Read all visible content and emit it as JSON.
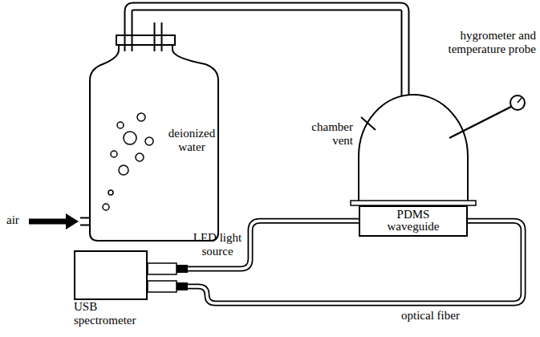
{
  "diagram": {
    "nodes": [
      {
        "text": [
          "deionized water"
        ]
      },
      {
        "text": [
          "PDMS waveguide"
        ]
      },
      {
        "text": [
          "USB spectrometer"
        ]
      }
    ],
    "edges": [
      {
        "from": 2,
        "to": 1,
        "arrow": "none"
      },
      {
        "from": 1,
        "to": 2,
        "arrow": "none"
      }
    ],
    "labels": [
      "air",
      "chamber vent",
      "hygrometer and temperature probe",
      "LED light source",
      "optical fiber"
    ]
  }
}
